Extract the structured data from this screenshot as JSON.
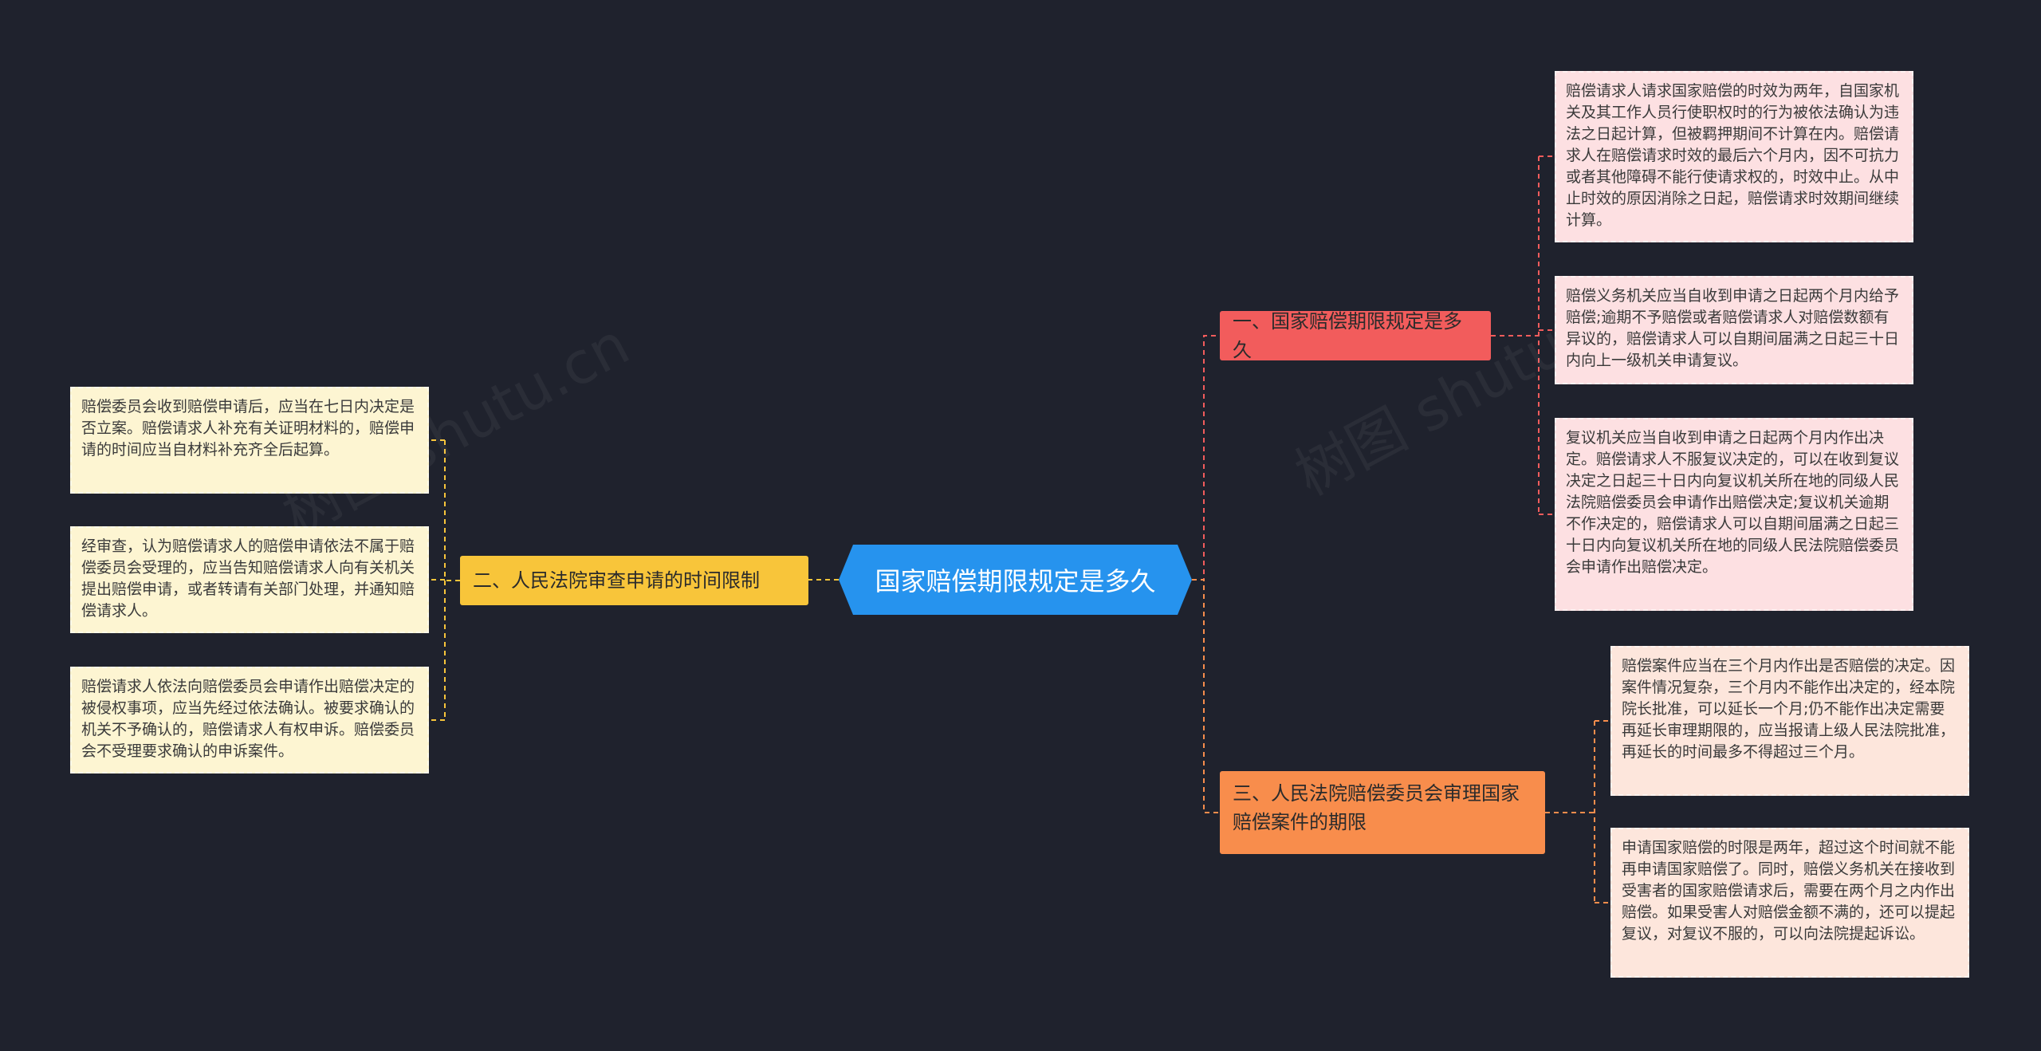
{
  "root": {
    "label": "国家赔偿期限规定是多久"
  },
  "branches": {
    "b1": {
      "label": "一、国家赔偿期限规定是多久"
    },
    "b2": {
      "label": "二、人民法院审查申请的时间限制"
    },
    "b3": {
      "label": "三、人民法院赔偿委员会审理国家赔偿案件的期限"
    }
  },
  "leaves": {
    "l1a": "赔偿请求人请求国家赔偿的时效为两年，自国家机关及其工作人员行使职权时的行为被依法确认为违法之日起计算，但被羁押期间不计算在内。赔偿请求人在赔偿请求时效的最后六个月内，因不可抗力或者其他障碍不能行使请求权的，时效中止。从中止时效的原因消除之日起，赔偿请求时效期间继续计算。",
    "l1b": "赔偿义务机关应当自收到申请之日起两个月内给予赔偿;逾期不予赔偿或者赔偿请求人对赔偿数额有异议的，赔偿请求人可以自期间届满之日起三十日内向上一级机关申请复议。",
    "l1c": "复议机关应当自收到申请之日起两个月内作出决定。赔偿请求人不服复议决定的，可以在收到复议决定之日起三十日内向复议机关所在地的同级人民法院赔偿委员会申请作出赔偿决定;复议机关逾期不作决定的，赔偿请求人可以自期间届满之日起三十日内向复议机关所在地的同级人民法院赔偿委员会申请作出赔偿决定。",
    "l2a": "赔偿委员会收到赔偿申请后，应当在七日内决定是否立案。赔偿请求人补充有关证明材料的，赔偿申请的时间应当自材料补充齐全后起算。",
    "l2b": "经审查，认为赔偿请求人的赔偿申请依法不属于赔偿委员会受理的，应当告知赔偿请求人向有关机关提出赔偿申请，或者转请有关部门处理，并通知赔偿请求人。",
    "l2c": "赔偿请求人依法向赔偿委员会申请作出赔偿决定的被侵权事项，应当先经过依法确认。被要求确认的机关不予确认的，赔偿请求人有权申诉。赔偿委员会不受理要求确认的申诉案件。",
    "l3a": "赔偿案件应当在三个月内作出是否赔偿的决定。因案件情况复杂，三个月内不能作出决定的，经本院院长批准，可以延长一个月;仍不能作出决定需要再延长审理期限的，应当报请上级人民法院批准，再延长的时间最多不得超过三个月。",
    "l3b": "申请国家赔偿的时限是两年，超过这个时间就不能再申请国家赔偿了。同时，赔偿义务机关在接收到受害者的国家赔偿请求后，需要在两个月之内作出赔偿。如果受害人对赔偿金额不满的，还可以提起复议，对复议不服的，可以向法院提起诉讼。"
  },
  "watermark": "树图 shutu.cn",
  "colors": {
    "background": "#1f222d",
    "root": "#2693ee",
    "branch1": "#f25c5c",
    "branch2": "#f8c53a",
    "branch3": "#f88d4c"
  }
}
